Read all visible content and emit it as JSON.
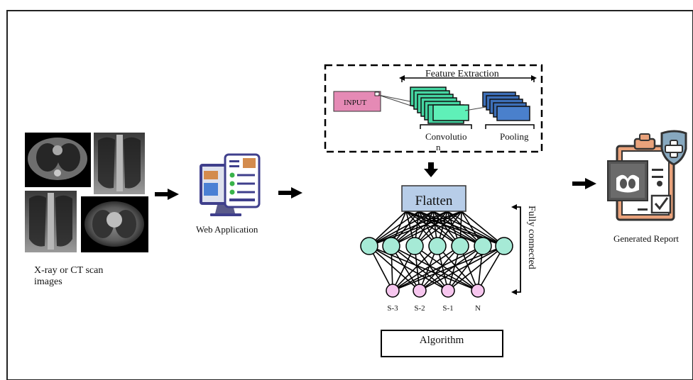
{
  "inputs": {
    "caption_line1": "X-ray or CT scan",
    "caption_line2": "images"
  },
  "web_app": {
    "label": "Web Application"
  },
  "feature_extraction": {
    "title": "Feature Extraction",
    "input_label": "INPUT",
    "convolution_line1": "Convolutio",
    "convolution_line2": "n",
    "pooling_label": "Pooling"
  },
  "network": {
    "flatten_label": "Flatten",
    "fully_connected_label": "Fully connected",
    "output_labels": [
      "S-3",
      "S-2",
      "S-1",
      "N"
    ]
  },
  "algorithm": {
    "label": "Algorithm"
  },
  "report": {
    "label": "Generated Report"
  },
  "colors": {
    "node_teal": "#a6ead6",
    "node_pink": "#f6c6ee",
    "flatten_fill": "#b7cde8",
    "input_fill": "#e58ab5",
    "conv_fill": "#45d6a2",
    "pool_fill": "#3d6fb8",
    "report_frame": "#e9a27b",
    "shield_fill": "#87a8bf"
  }
}
